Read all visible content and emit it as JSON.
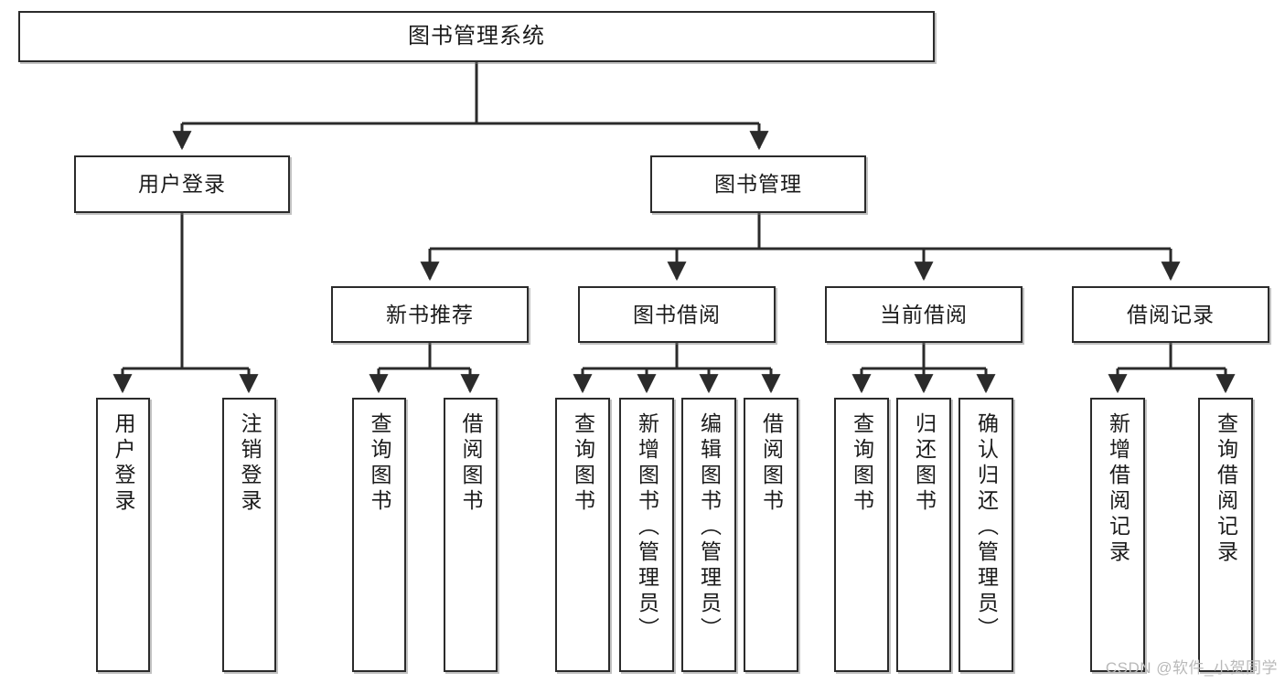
{
  "diagram": {
    "title": "图书管理系统",
    "type": "tree",
    "watermark": "CSDN @软件_小贺同学",
    "colors": {
      "box_border": "#2b2b2b",
      "box_fill": "#ffffff",
      "connector": "#2b2b2b",
      "text": "#1b1b1b",
      "watermark": "#b9b9b9"
    },
    "root": {
      "label": "图书管理系统"
    },
    "level2": [
      {
        "label": "用户登录"
      },
      {
        "label": "图书管理"
      }
    ],
    "level3": [
      {
        "label": "新书推荐"
      },
      {
        "label": "图书借阅"
      },
      {
        "label": "当前借阅"
      },
      {
        "label": "借阅记录"
      }
    ],
    "leaves": {
      "user_login": [
        {
          "label": "用户登录"
        },
        {
          "label": "注销登录"
        }
      ],
      "new_book_recommend": [
        {
          "label": "查询图书"
        },
        {
          "label": "借阅图书"
        }
      ],
      "book_borrow": [
        {
          "label": "查询图书"
        },
        {
          "label": "新增图书（管理员）"
        },
        {
          "label": "编辑图书（管理员）"
        },
        {
          "label": "借阅图书"
        }
      ],
      "current_borrow": [
        {
          "label": "查询图书"
        },
        {
          "label": "归还图书"
        },
        {
          "label": "确认归还（管理员）"
        }
      ],
      "borrow_record": [
        {
          "label": "新增借阅记录"
        },
        {
          "label": "查询借阅记录"
        }
      ]
    }
  }
}
